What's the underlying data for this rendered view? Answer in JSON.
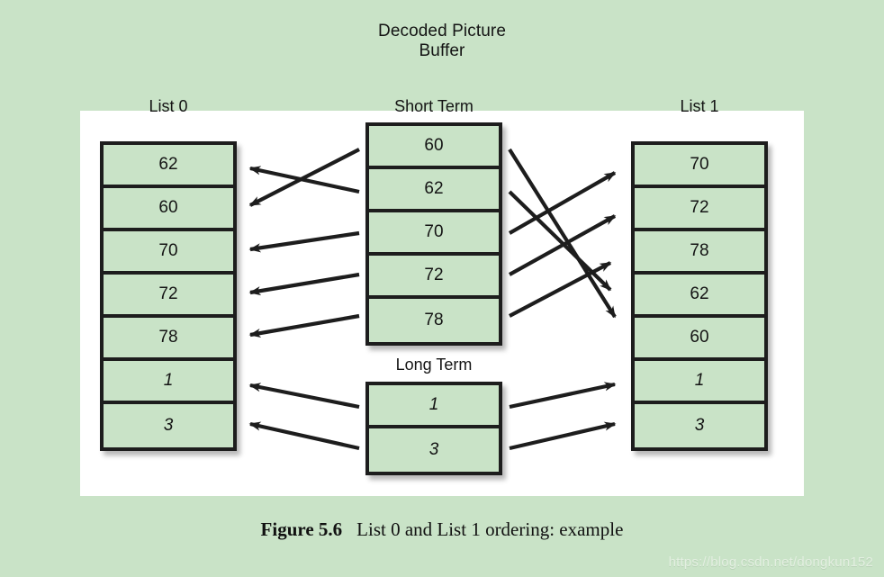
{
  "figure": {
    "dpb_title_line1": "Decoded Picture",
    "dpb_title_line2": "Buffer",
    "caption_number": "Figure 5.6",
    "caption_text": "List 0 and List 1 ordering: example",
    "watermark": "https://blog.csdn.net/dongkun152",
    "colors": {
      "background": "#c9e3c7",
      "panel": "#ffffff",
      "cell_fill": "#c9e3c7",
      "border": "#1d1d1d",
      "text": "#141414"
    }
  },
  "columns": {
    "list0": {
      "label": "List 0",
      "cells": [
        {
          "value": "62",
          "italic": false
        },
        {
          "value": "60",
          "italic": false
        },
        {
          "value": "70",
          "italic": false
        },
        {
          "value": "72",
          "italic": false
        },
        {
          "value": "78",
          "italic": false
        },
        {
          "value": "1",
          "italic": true
        },
        {
          "value": "3",
          "italic": true
        }
      ]
    },
    "short_term": {
      "label": "Short Term",
      "cells": [
        {
          "value": "60",
          "italic": false
        },
        {
          "value": "62",
          "italic": false
        },
        {
          "value": "70",
          "italic": false
        },
        {
          "value": "72",
          "italic": false
        },
        {
          "value": "78",
          "italic": false
        }
      ]
    },
    "long_term": {
      "label": "Long Term",
      "cells": [
        {
          "value": "1",
          "italic": true
        },
        {
          "value": "3",
          "italic": true
        }
      ]
    },
    "list1": {
      "label": "List 1",
      "cells": [
        {
          "value": "70",
          "italic": false
        },
        {
          "value": "72",
          "italic": false
        },
        {
          "value": "78",
          "italic": false
        },
        {
          "value": "62",
          "italic": false
        },
        {
          "value": "60",
          "italic": false
        },
        {
          "value": "1",
          "italic": true
        },
        {
          "value": "3",
          "italic": true
        }
      ]
    }
  },
  "mappings": {
    "short_term_to_list0": [
      {
        "from": "60",
        "to": "60"
      },
      {
        "from": "62",
        "to": "62"
      },
      {
        "from": "70",
        "to": "70"
      },
      {
        "from": "72",
        "to": "72"
      },
      {
        "from": "78",
        "to": "78"
      }
    ],
    "short_term_to_list1": [
      {
        "from": "60",
        "to": "60"
      },
      {
        "from": "62",
        "to": "62"
      },
      {
        "from": "70",
        "to": "70"
      },
      {
        "from": "72",
        "to": "72"
      },
      {
        "from": "78",
        "to": "78"
      }
    ],
    "long_term_to_list0": [
      {
        "from": "1",
        "to": "1"
      },
      {
        "from": "3",
        "to": "3"
      }
    ],
    "long_term_to_list1": [
      {
        "from": "1",
        "to": "1"
      },
      {
        "from": "3",
        "to": "3"
      }
    ]
  }
}
